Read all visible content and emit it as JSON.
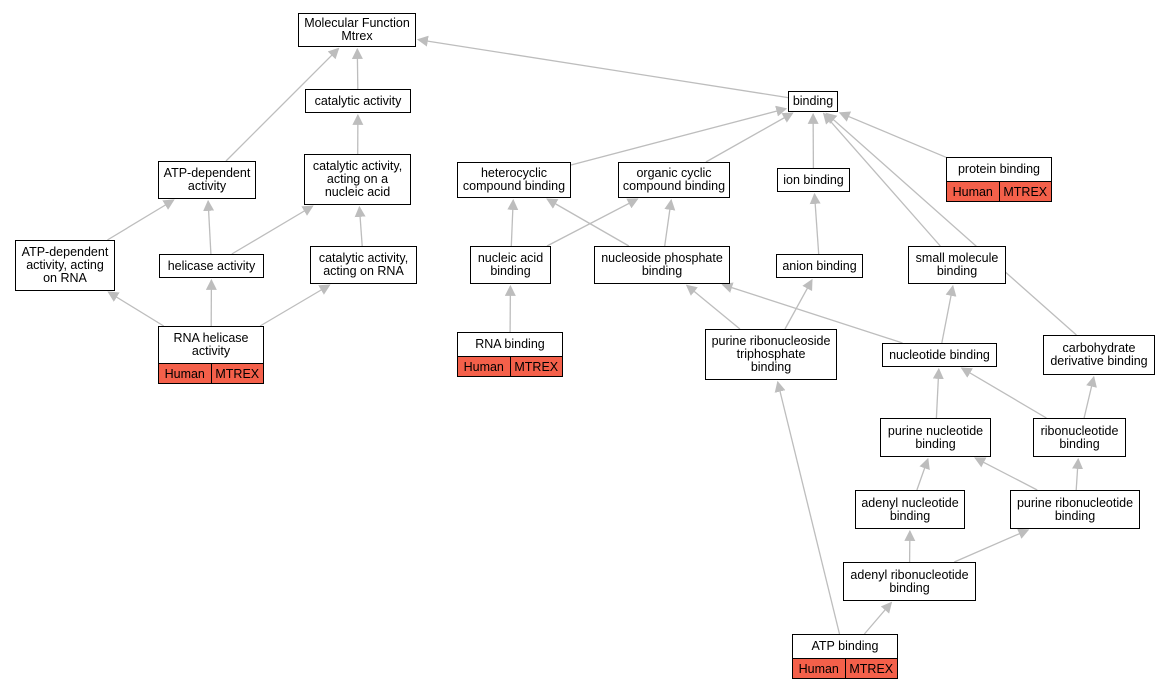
{
  "colors": {
    "edge": "#bdbdbd",
    "annotation_fill": "#f4604a",
    "node_border": "#000000"
  },
  "nodes": {
    "molecular_function": "Molecular Function\nMtrex",
    "catalytic_activity": "catalytic activity",
    "binding": "binding",
    "atp_dependent_activity": "ATP-dependent\nactivity",
    "catalytic_activity_nucleic_acid": "catalytic activity,\nacting on a\nnucleic acid",
    "heterocyclic_compound_binding": "heterocyclic\ncompound binding",
    "organic_cyclic_compound_binding": "organic cyclic\ncompound binding",
    "ion_binding": "ion binding",
    "protein_binding": "protein binding",
    "atp_dependent_activity_rna": "ATP-dependent\nactivity, acting\non RNA",
    "helicase_activity": "helicase activity",
    "catalytic_activity_rna": "catalytic activity,\nacting on RNA",
    "nucleic_acid_binding": "nucleic acid\nbinding",
    "nucleoside_phosphate_binding": "nucleoside phosphate\nbinding",
    "anion_binding": "anion binding",
    "small_molecule_binding": "small molecule\nbinding",
    "rna_helicase_activity": "RNA helicase\nactivity",
    "rna_binding": "RNA binding",
    "purine_ribonucleoside_triphosphate_binding": "purine ribonucleoside\ntriphosphate\nbinding",
    "nucleotide_binding": "nucleotide binding",
    "carbohydrate_derivative_binding": "carbohydrate\nderivative binding",
    "purine_nucleotide_binding": "purine nucleotide\nbinding",
    "ribonucleotide_binding": "ribonucleotide\nbinding",
    "adenyl_nucleotide_binding": "adenyl nucleotide\nbinding",
    "purine_ribonucleotide_binding": "purine ribonucleotide\nbinding",
    "adenyl_ribonucleotide_binding": "adenyl ribonucleotide\nbinding",
    "atp_binding": "ATP binding"
  },
  "annotations": {
    "protein_binding": {
      "species": "Human",
      "gene": "MTREX"
    },
    "rna_helicase_activity": {
      "species": "Human",
      "gene": "MTREX"
    },
    "rna_binding": {
      "species": "Human",
      "gene": "MTREX"
    },
    "atp_binding": {
      "species": "Human",
      "gene": "MTREX"
    }
  },
  "edges": [
    [
      "catalytic_activity",
      "molecular_function"
    ],
    [
      "binding",
      "molecular_function"
    ],
    [
      "atp_dependent_activity",
      "molecular_function"
    ],
    [
      "catalytic_activity_nucleic_acid",
      "catalytic_activity"
    ],
    [
      "heterocyclic_compound_binding",
      "binding"
    ],
    [
      "organic_cyclic_compound_binding",
      "binding"
    ],
    [
      "ion_binding",
      "binding"
    ],
    [
      "protein_binding",
      "binding"
    ],
    [
      "small_molecule_binding",
      "binding"
    ],
    [
      "carbohydrate_derivative_binding",
      "binding"
    ],
    [
      "atp_dependent_activity_rna",
      "atp_dependent_activity"
    ],
    [
      "helicase_activity",
      "atp_dependent_activity"
    ],
    [
      "helicase_activity",
      "catalytic_activity_nucleic_acid"
    ],
    [
      "catalytic_activity_rna",
      "catalytic_activity_nucleic_acid"
    ],
    [
      "rna_helicase_activity",
      "atp_dependent_activity_rna"
    ],
    [
      "rna_helicase_activity",
      "helicase_activity"
    ],
    [
      "rna_helicase_activity",
      "catalytic_activity_rna"
    ],
    [
      "nucleic_acid_binding",
      "heterocyclic_compound_binding"
    ],
    [
      "nucleic_acid_binding",
      "organic_cyclic_compound_binding"
    ],
    [
      "nucleoside_phosphate_binding",
      "heterocyclic_compound_binding"
    ],
    [
      "nucleoside_phosphate_binding",
      "organic_cyclic_compound_binding"
    ],
    [
      "anion_binding",
      "ion_binding"
    ],
    [
      "rna_binding",
      "nucleic_acid_binding"
    ],
    [
      "purine_ribonucleoside_triphosphate_binding",
      "nucleoside_phosphate_binding"
    ],
    [
      "purine_ribonucleoside_triphosphate_binding",
      "anion_binding"
    ],
    [
      "nucleotide_binding",
      "nucleoside_phosphate_binding"
    ],
    [
      "nucleotide_binding",
      "small_molecule_binding"
    ],
    [
      "purine_nucleotide_binding",
      "nucleotide_binding"
    ],
    [
      "ribonucleotide_binding",
      "nucleotide_binding"
    ],
    [
      "ribonucleotide_binding",
      "carbohydrate_derivative_binding"
    ],
    [
      "adenyl_nucleotide_binding",
      "purine_nucleotide_binding"
    ],
    [
      "purine_ribonucleotide_binding",
      "purine_nucleotide_binding"
    ],
    [
      "purine_ribonucleotide_binding",
      "ribonucleotide_binding"
    ],
    [
      "adenyl_ribonucleotide_binding",
      "adenyl_nucleotide_binding"
    ],
    [
      "adenyl_ribonucleotide_binding",
      "purine_ribonucleotide_binding"
    ],
    [
      "atp_binding",
      "adenyl_ribonucleotide_binding"
    ],
    [
      "atp_binding",
      "purine_ribonucleoside_triphosphate_binding"
    ]
  ]
}
